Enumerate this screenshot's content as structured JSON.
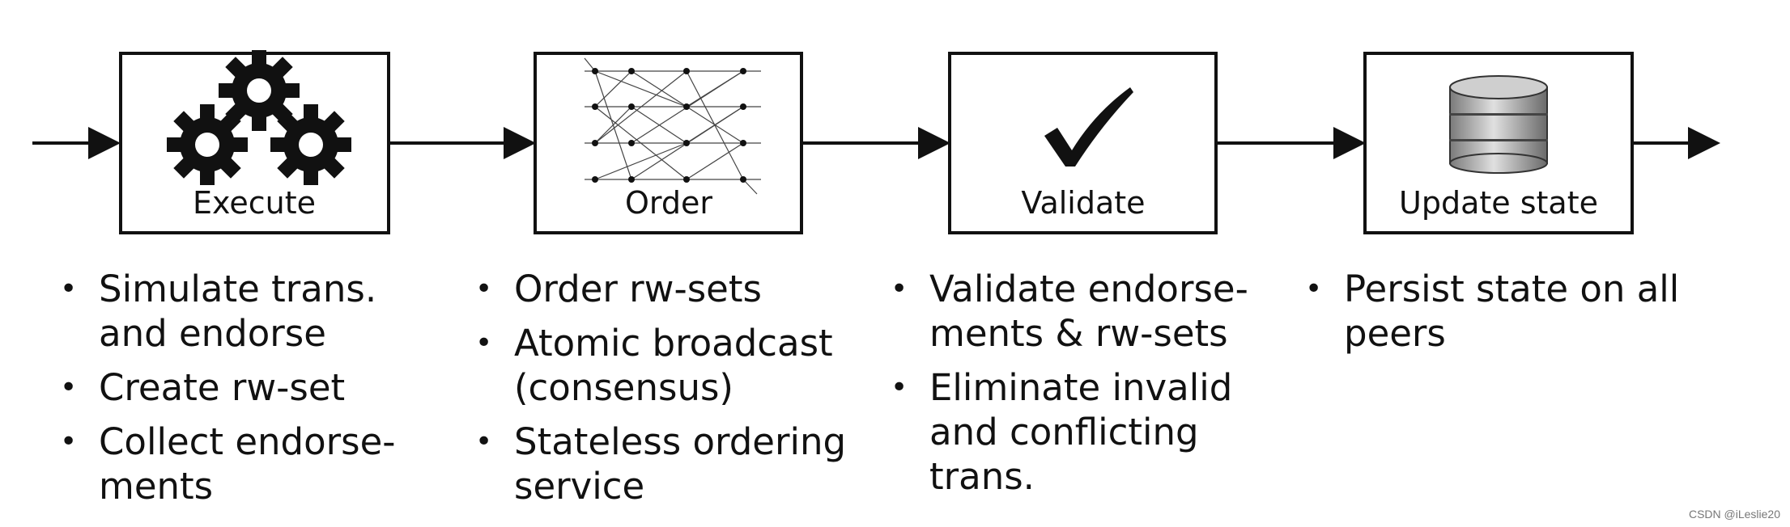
{
  "stages": [
    {
      "label": "Execute",
      "icon": "gears-icon",
      "bullets": [
        "Simulate trans.\nand endorse",
        "Create rw-set",
        "Collect endorse-\nments"
      ]
    },
    {
      "label": "Order",
      "icon": "network-lattice-icon",
      "bullets": [
        "Order rw-sets",
        "Atomic broadcast\n(consensus)",
        "Stateless ordering\nservice"
      ]
    },
    {
      "label": "Validate",
      "icon": "checkmark-icon",
      "bullets": [
        "Validate endorse-\nments & rw-sets",
        "Eliminate invalid\nand conflicting\ntrans."
      ]
    },
    {
      "label": "Update state",
      "icon": "database-icon",
      "bullets": [
        "Persist state on all\npeers"
      ]
    }
  ],
  "watermark": "CSDN @iLeslie20",
  "colors": {
    "stroke": "#111111",
    "background": "#ffffff"
  }
}
